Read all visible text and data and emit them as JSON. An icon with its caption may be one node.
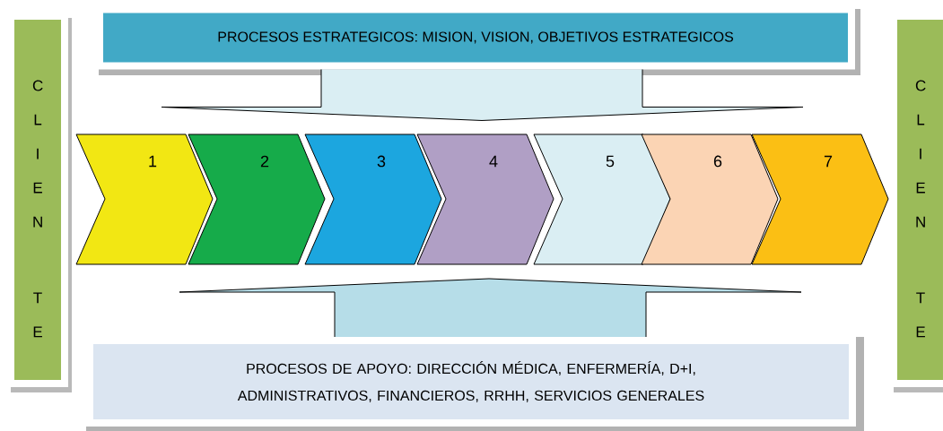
{
  "diagram": {
    "nodes": [
      {
        "text": [
          "C L I E N",
          "T E"
        ]
      },
      {
        "text": [
          "PROCESOS ESTRATEGICOS: MISION, VISION, OBJETIVOS ESTRATEGICOS"
        ]
      },
      {
        "text": [
          "1"
        ]
      },
      {
        "text": [
          "2"
        ]
      },
      {
        "text": [
          "3"
        ]
      },
      {
        "text": [
          "4"
        ]
      },
      {
        "text": [
          "5"
        ]
      },
      {
        "text": [
          "6"
        ]
      },
      {
        "text": [
          "7"
        ]
      },
      {
        "text": [
          "PROCESOS DE APOYO: DIRECCIÓN MÉDICA, ENFERMERÍA, D+I, ADMINISTRATIVOS, FINANCIEROS, RRHH, SERVICIOS GENERALES"
        ]
      },
      {
        "text": [
          "C L I E N",
          "T E"
        ]
      }
    ],
    "edges": [
      {
        "from": 1,
        "to": null,
        "arrow": "to"
      },
      {
        "from": 9,
        "to": null,
        "arrow": "to"
      }
    ]
  }
}
